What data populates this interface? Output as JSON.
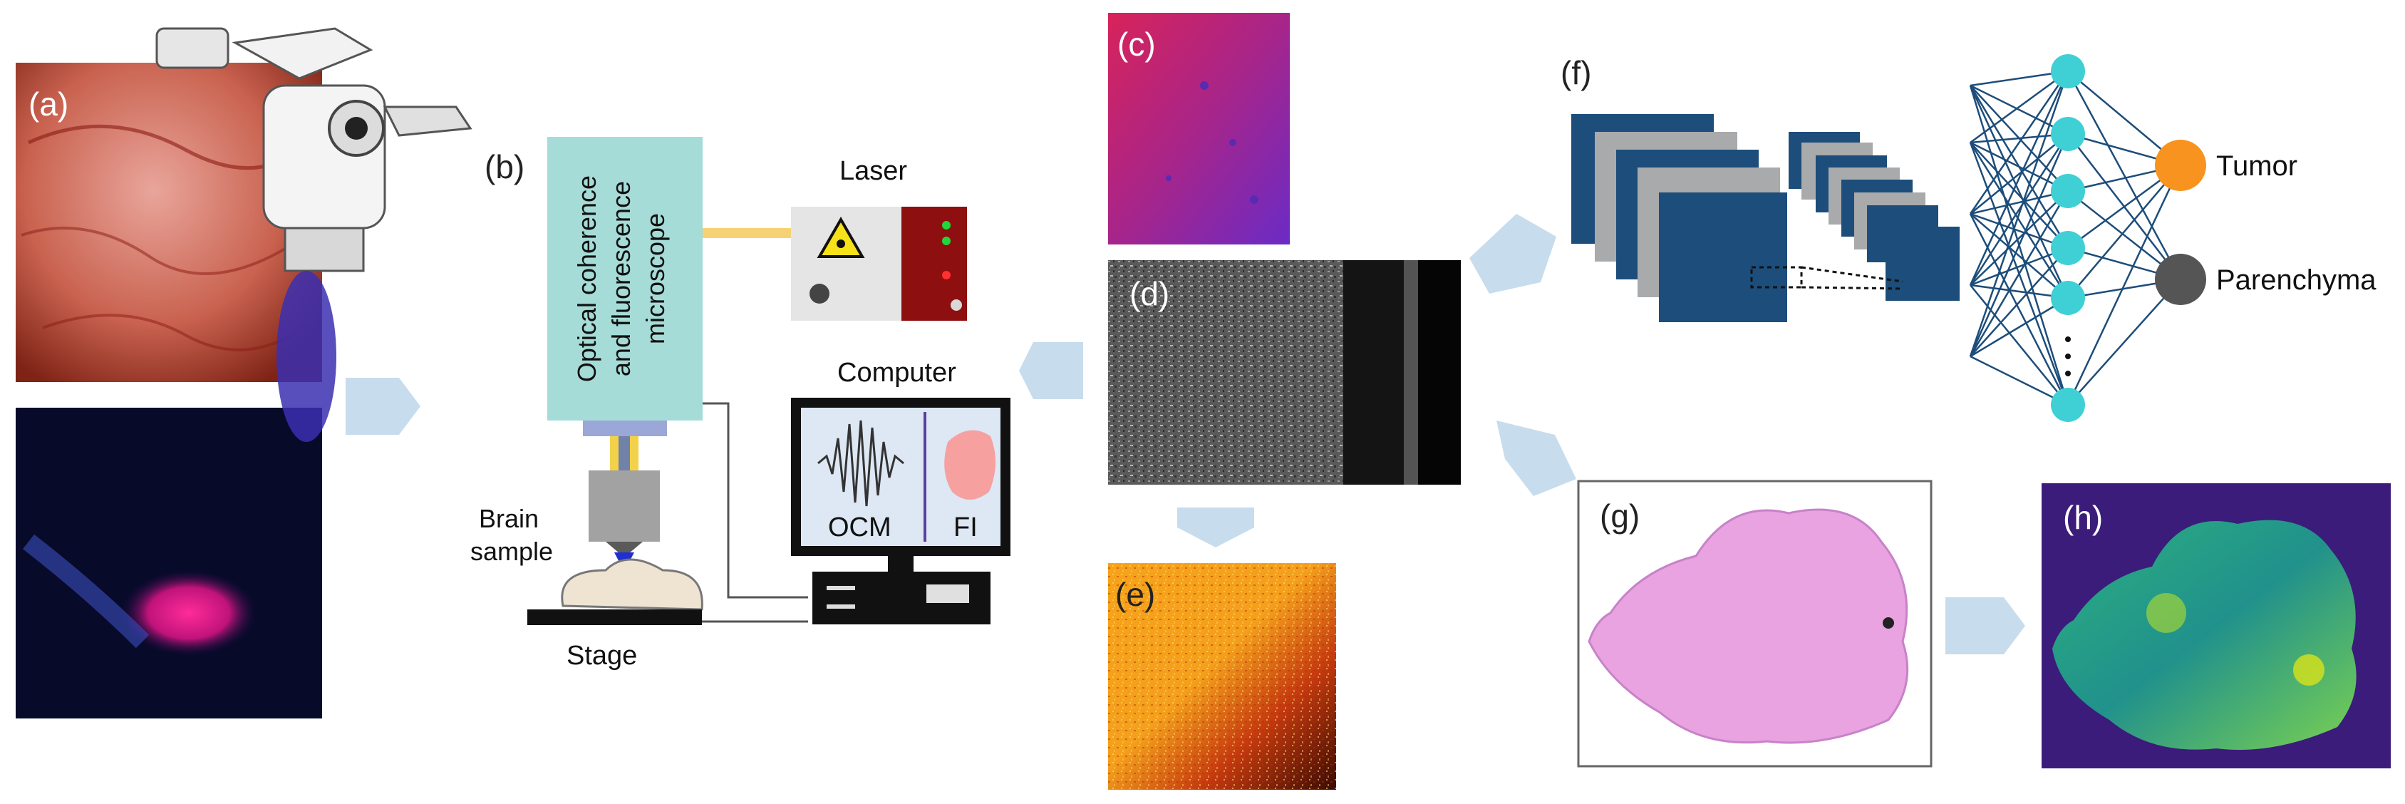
{
  "panels": {
    "a": "(a)",
    "b": "(b)",
    "c": "(c)",
    "d": "(d)",
    "e": "(e)",
    "f": "(f)",
    "g": "(g)",
    "h": "(h)"
  },
  "microscope": {
    "line1": "Optical coherence",
    "line2": "and fluorescence",
    "line3": "microscope"
  },
  "labels": {
    "laser": "Laser",
    "computer": "Computer",
    "brain_line1": "Brain",
    "brain_line2": "sample",
    "stage": "Stage",
    "ocm": "OCM",
    "fi": "FI"
  },
  "classes": {
    "tumor": "Tumor",
    "parenchyma": "Parenchyma"
  },
  "colors": {
    "microscope_box": "#a6dcd8",
    "cnn_blue": "#1d4d7a",
    "cnn_gray": "#a9aaac",
    "node": "#3fd0d6",
    "tumor": "#f7931e",
    "parenchyma": "#555555",
    "arrow": "#c7dcec",
    "laser_red": "#8e0f0f"
  }
}
